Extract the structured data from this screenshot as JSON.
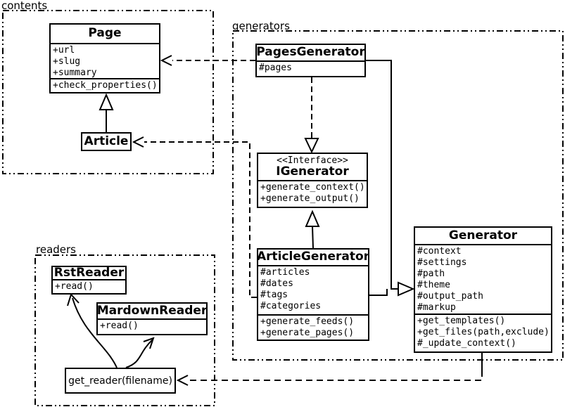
{
  "colors": {
    "line": "#000000",
    "background": "#ffffff",
    "text": "#000000"
  },
  "packages": {
    "contents": {
      "label": "contents"
    },
    "generators": {
      "label": "generators"
    },
    "readers": {
      "label": "readers"
    }
  },
  "classes": {
    "page": {
      "name": "Page",
      "attributes": [
        "+url",
        "+slug",
        "+summary"
      ],
      "methods": [
        "+check_properties()"
      ]
    },
    "article": {
      "name": "Article"
    },
    "pages_generator": {
      "name": "PagesGenerator",
      "attributes": [
        "#pages"
      ]
    },
    "igenerator": {
      "stereotype": "<<Interface>>",
      "name": "IGenerator",
      "methods": [
        "+generate_context()",
        "+generate_output()"
      ]
    },
    "article_generator": {
      "name": "ArticleGenerator",
      "attributes": [
        "#articles",
        "#dates",
        "#tags",
        "#categories"
      ],
      "methods": [
        "+generate_feeds()",
        "+generate_pages()"
      ]
    },
    "generator": {
      "name": "Generator",
      "attributes": [
        "#context",
        "#settings",
        "#path",
        "#theme",
        "#output_path",
        "#markup"
      ],
      "methods": [
        "+get_templates()",
        "+get_files(path,exclude)",
        "#_update_context()"
      ]
    },
    "rst_reader": {
      "name": "RstReader",
      "methods": [
        "+read()"
      ]
    },
    "markdown_reader": {
      "name": "MardownReader",
      "methods": [
        "+read()"
      ]
    },
    "get_reader": {
      "label": "get_reader(filename)"
    }
  }
}
